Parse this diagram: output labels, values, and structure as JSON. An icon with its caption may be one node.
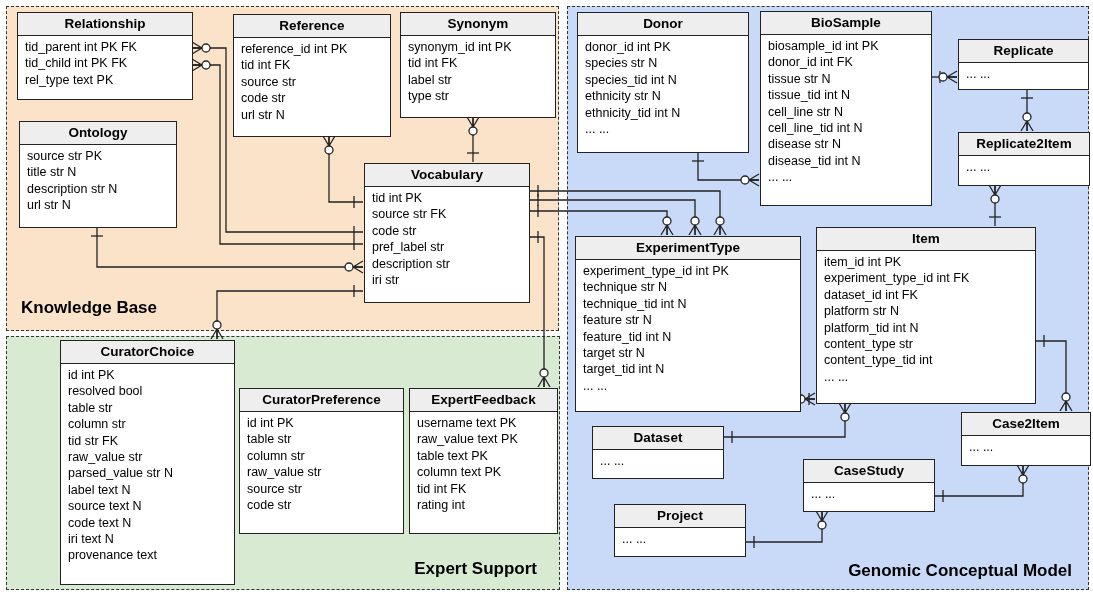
{
  "diagram": {
    "nodes": [
      {
        "text": [
          "Knowledge Base"
        ]
      },
      {
        "text": [
          "Relationship",
          "tid_parent int PK FK",
          "tid_child int PK FK",
          "rel_type text PK"
        ],
        "in": 0
      },
      {
        "text": [
          "Reference",
          "reference_id int PK",
          "tid int FK",
          "source str",
          "code str",
          "url str N"
        ],
        "in": 0
      },
      {
        "text": [
          "Synonym",
          "synonym_id int PK",
          "tid int FK",
          "label str",
          "type str"
        ],
        "in": 0
      },
      {
        "text": [
          "Ontology",
          "source str PK",
          "title str N",
          "description str N",
          "url str N"
        ],
        "in": 0
      },
      {
        "text": [
          "Vocabulary",
          "tid int PK",
          "source str FK",
          "code str",
          "pref_label str",
          "description str",
          "iri str"
        ],
        "in": 0
      },
      {
        "text": [
          "Expert Support"
        ]
      },
      {
        "text": [
          "CuratorChoice",
          "id int PK",
          "resolved bool",
          "table str",
          "column str",
          "tid str FK",
          "raw_value str",
          "parsed_value str N",
          "label text N",
          "source text N",
          "code text N",
          "iri text N",
          "provenance text"
        ],
        "in": 6
      },
      {
        "text": [
          "CuratorPreference",
          "id int PK",
          "table str",
          "column str",
          "raw_value str",
          "source str",
          "code str"
        ],
        "in": 6
      },
      {
        "text": [
          "ExpertFeedback",
          "username text PK",
          "raw_value text PK",
          "table text PK",
          "column text PK",
          "tid int FK",
          "rating int"
        ],
        "in": 6
      },
      {
        "text": [
          "Genomic Conceptual Model"
        ]
      },
      {
        "text": [
          "Donor",
          "donor_id int PK",
          "species str N",
          "species_tid int N",
          "ethnicity str N",
          "ethnicity_tid int N",
          "... ..."
        ],
        "in": 10
      },
      {
        "text": [
          "BioSample",
          "biosample_id int PK",
          "donor_id int FK",
          "tissue str N",
          "tissue_tid int N",
          "cell_line str N",
          "cell_line_tid int N",
          "disease str N",
          "disease_tid int N",
          "... ..."
        ],
        "in": 10
      },
      {
        "text": [
          "Replicate",
          "... ..."
        ],
        "in": 10
      },
      {
        "text": [
          "Replicate2Item",
          "... ..."
        ],
        "in": 10
      },
      {
        "text": [
          "ExperimentType",
          "experiment_type_id int PK",
          "technique str N",
          "technique_tid int N",
          "feature str N",
          "feature_tid int N",
          "target str N",
          "target_tid int N",
          "... ..."
        ],
        "in": 10
      },
      {
        "text": [
          "Item",
          "item_id int PK",
          "experiment_type_id int FK",
          "dataset_id int FK",
          "platform str N",
          "platform_tid int N",
          "content_type str",
          "content_type_tid int",
          "... ..."
        ],
        "in": 10
      },
      {
        "text": [
          "Dataset",
          "... ..."
        ],
        "in": 10
      },
      {
        "text": [
          "Case2Item",
          "... ..."
        ],
        "in": 10
      },
      {
        "text": [
          "CaseStudy",
          "... ..."
        ],
        "in": 10
      },
      {
        "text": [
          "Project",
          "... ..."
        ],
        "in": 10
      }
    ],
    "edges": [
      {
        "from": 5,
        "to": 1,
        "arrow": "other"
      },
      {
        "from": 5,
        "to": 1,
        "arrow": "other"
      },
      {
        "from": 5,
        "to": 2,
        "arrow": "other"
      },
      {
        "from": 5,
        "to": 3,
        "arrow": "other"
      },
      {
        "from": 4,
        "to": 5,
        "arrow": "other"
      },
      {
        "from": 5,
        "to": 7,
        "arrow": "other"
      },
      {
        "from": 5,
        "to": 9,
        "arrow": "other"
      },
      {
        "from": 5,
        "to": 15,
        "arrow": "other"
      },
      {
        "from": 5,
        "to": 15,
        "arrow": "other"
      },
      {
        "from": 5,
        "to": 15,
        "arrow": "other"
      },
      {
        "from": 11,
        "to": 12,
        "arrow": "other"
      },
      {
        "from": 12,
        "to": 13,
        "arrow": "other"
      },
      {
        "from": 13,
        "to": 14,
        "arrow": "other"
      },
      {
        "from": 16,
        "to": 14,
        "arrow": "other"
      },
      {
        "from": 15,
        "to": 16,
        "arrow": "other"
      },
      {
        "from": 17,
        "to": 16,
        "arrow": "other"
      },
      {
        "from": 16,
        "to": 18,
        "arrow": "other"
      },
      {
        "from": 19,
        "to": 18,
        "arrow": "other"
      },
      {
        "from": 20,
        "to": 19,
        "arrow": "other"
      }
    ]
  }
}
